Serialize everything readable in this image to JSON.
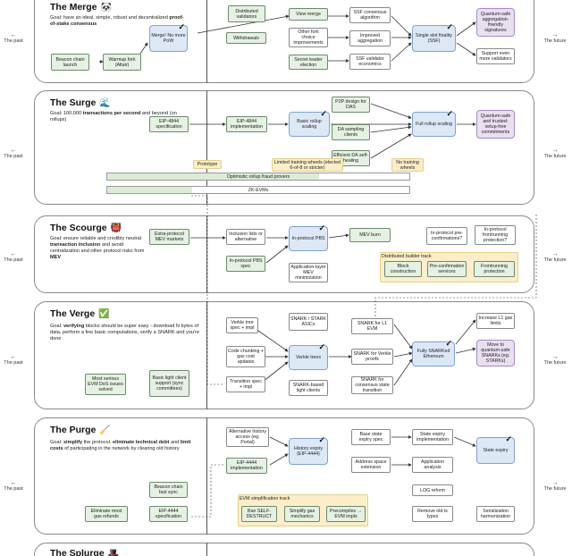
{
  "side_labels": {
    "left": "The past",
    "right": "The future"
  },
  "merge": {
    "title": "The Merge",
    "icon": "🐼",
    "goal_prefix": "Goal: have an ideal, simple, robust and decentralized ",
    "goal_bold": "proof-of-stake consensus",
    "boxes": {
      "beacon_launch": "Beacon chain launch",
      "warmup_fork": "Warmup fork (Altair)",
      "merge": "Merge! No more PoW",
      "distributed_validators": "Distributed validators",
      "withdrawals": "Withdrawals",
      "view_merge": "View merge",
      "other_fork_choice": "Other fork choice improvements",
      "secret_leader": "Secret leader election",
      "ssf_algorithm": "SSF consensus algorithm",
      "improved_aggregation": "Improved aggregation",
      "ssf_validator": "SSF validator economics",
      "single_slot_finality": "Single slot finality (SSF)",
      "quantum_safe_agg": "Quantum-safe aggregation-friendly signatures",
      "support_more_validators": "Support even more validators"
    }
  },
  "surge": {
    "title": "The Surge",
    "icon": "🌊",
    "goal_prefix": "Goal: 100,000 ",
    "goal_bold": "transactions per second",
    "goal_suffix": " and beyond (on rollups)",
    "boxes": {
      "eip4844_spec": "EIP-4844 specification",
      "eip4844_impl": "EIP-4844 implementation",
      "basic_rollup": "Basic rollup scaling",
      "p2p_das": "P2P design for DAS",
      "das_sampling": "DA sampling clients",
      "efficient_da": "Efficient DA self-healing",
      "full_rollup": "Full rollup scaling",
      "quantum_safe_setup": "Quantum-safe and trusted-setup-free commitments",
      "prototype": "Prototype",
      "limited_training": "Limited training wheels (elected 6-of-8 or stricter)",
      "no_training": "No training wheels"
    },
    "bars": {
      "optimistic": "Optimistic rollup fraud provers",
      "zk_evms": "ZK-EVMs"
    }
  },
  "scourge": {
    "title": "The Scourge",
    "icon": "👹",
    "goal_prefix": "Goal: ensure reliable and credibly neutral ",
    "goal_bold": "transaction inclusion",
    "goal_suffix": " and avoid centralization and other protocol risks from ",
    "goal_bold2": "MEV",
    "boxes": {
      "extra_protocol": "Extra-protocol MEV markets",
      "inclusion_lists": "Inclusion lists or alternative",
      "in_protocol_pbs_spec": "In-protocol PBS spec",
      "in_protocol_pbs": "In-protocol PBS",
      "mev_burn": "MEV burn",
      "app_layer_mev": "Application-layer MEV minimization",
      "in_protocol_preconf": "In-protocol pre-confirmations?",
      "in_protocol_frontrun": "In-protocol frontrunning protection?",
      "dist_builder_track": "Distributed builder track",
      "block_construction": "Block construction",
      "pre_confirmation": "Pre-confirmation services",
      "frontrunning_protection": "Frontrunning protection"
    }
  },
  "verge": {
    "title": "The Verge",
    "icon": "✅",
    "goal_prefix": "Goal: ",
    "goal_bold": "verifying",
    "goal_suffix": " blocks should be super easy - download N bytes of data, perform a few basic computations, verify a SNARK and you're done",
    "boxes": {
      "verkle_spec": "Verkle tree spec + impl",
      "code_chunking": "Code chunking + gas cost updates",
      "transition_spec": "Transition spec + impl",
      "snark_asics": "SNARK / STARK ASICs",
      "verkle_trees": "Verkle trees",
      "snark_light": "SNARK-based light clients",
      "snark_l1_evm": "SNARK for L1 EVM",
      "snark_verkle_proofs": "SNARK for Verkle proofs",
      "snark_consensus": "SNARK for consensus state transition",
      "fully_snarked": "Fully SNARKed Ethereum",
      "increase_gas": "Increase L1 gas limits",
      "move_quantum": "Move to quantum-safe SNARKs (eg. STARKs)",
      "most_serious_dos": "Most serious EVM DoS issues solved",
      "basic_light_client": "Basic light client support (sync committees)"
    }
  },
  "purge": {
    "title": "The Purge",
    "icon": "🧹",
    "goal_prefix": "Goal: ",
    "goal_bold": "simplify",
    "goal_mid": " the protocol, ",
    "goal_bold2": "eliminate technical debt",
    "goal_mid2": " and ",
    "goal_bold3": "limit costs",
    "goal_suffix": " of participating in the network by clearing old history",
    "boxes": {
      "alt_history": "Alternative history access (eg. Portal)",
      "eip4444_impl": "EIP-4444 implementation",
      "history_expiry": "History expiry (EIP-4444)",
      "base_state_spec": "Base state expiry spec",
      "address_space": "Address space extension",
      "state_expiry_impl": "State expiry implementation",
      "app_analysis": "Application analysis",
      "log_reform": "LOG reform",
      "remove_old_types": "Remove old tx types",
      "serialization": "Serialization harmonization",
      "state_expiry": "State expiry",
      "beacon_fast_sync": "Beacon chain fast sync",
      "eliminate_refunds": "Eliminate most gas refunds",
      "eip4444_spec": "EIP-4444 specification",
      "evm_track": "EVM simplification track",
      "ban_selfdestruct": "Ban SELF-DESTRUCT",
      "simplify_gas": "Simplify gas mechanics",
      "precompiles_evm": "Precompiles → EVM impls"
    }
  },
  "splurge": {
    "title": "The Splurge",
    "icon": "🎩"
  }
}
